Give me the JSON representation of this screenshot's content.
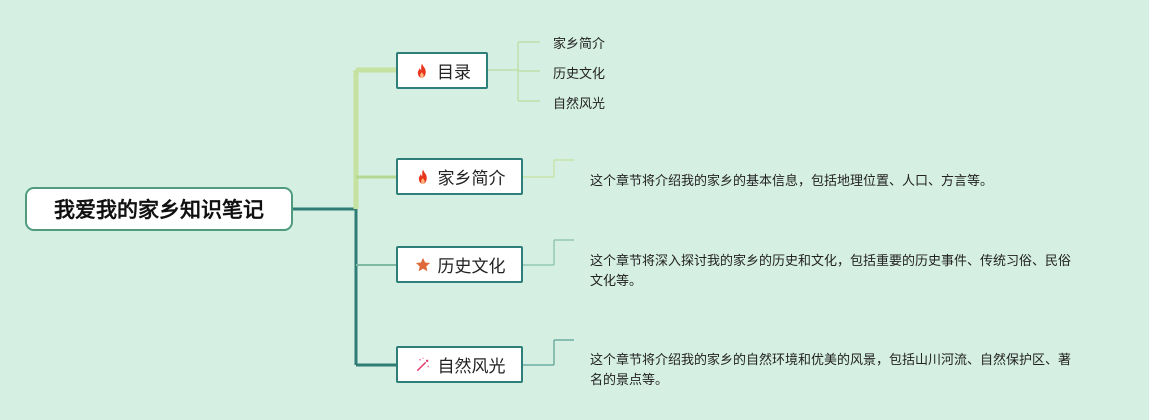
{
  "root": {
    "title": "我爱我的家乡知识笔记"
  },
  "topics": [
    {
      "label": "目录",
      "icon": "fire-icon"
    },
    {
      "label": "家乡简介",
      "icon": "fire-icon",
      "description": "这个章节将介绍我的家乡的基本信息，包括地理位置、人口、方言等。"
    },
    {
      "label": "历史文化",
      "icon": "star-icon",
      "description": "这个章节将深入探讨我的家乡的历史和文化，包括重要的历史事件、传统习俗、民俗文化等。"
    },
    {
      "label": "自然风光",
      "icon": "magic-wand-icon",
      "description": "这个章节将介绍我的家乡的自然环境和优美的风景，包括山川河流、自然保护区、著名的景点等。"
    }
  ],
  "toc": [
    "家乡简介",
    "历史文化",
    "自然风光"
  ],
  "colors": {
    "background": "#d5efe2",
    "trunk_light": "#c5e2a0",
    "trunk_dark": "#2f7d75",
    "node_border": "#2e7f7a",
    "fire": "#e8361c",
    "star": "#e0693a",
    "wand": "#e23a6b"
  }
}
